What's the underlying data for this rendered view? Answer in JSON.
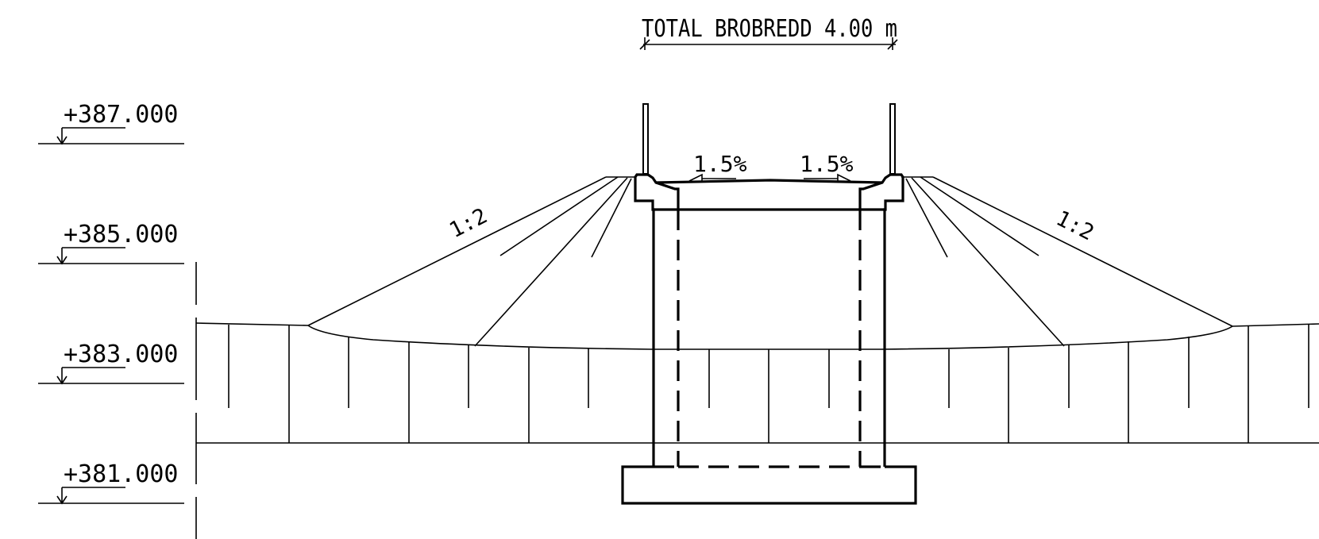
{
  "title": "TOTAL BROBREDD 4.00  m",
  "elevations": [
    "+387.000",
    "+385.000",
    "+383.000",
    "+381.000"
  ],
  "slopes": [
    "1.5%",
    "1.5%"
  ],
  "embankment_ratios": [
    "1:2",
    "1:2"
  ]
}
